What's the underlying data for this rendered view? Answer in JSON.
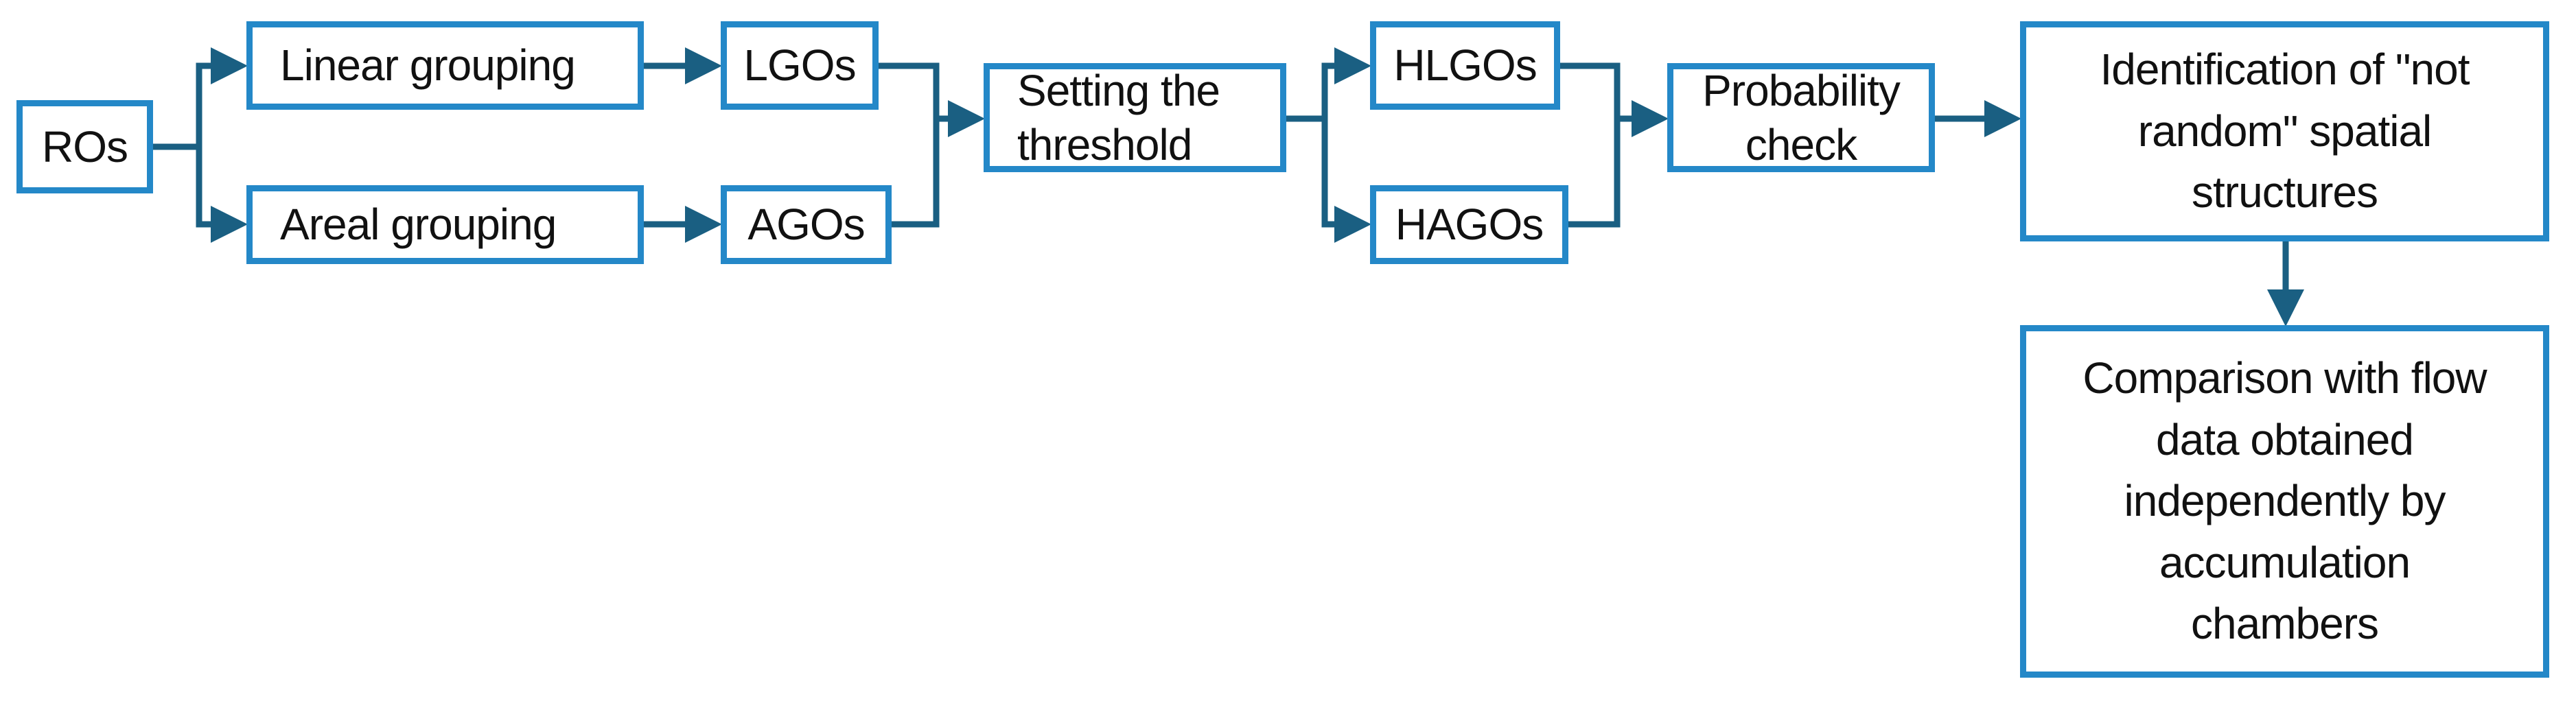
{
  "diagram": {
    "colors": {
      "box_border": "#2488C8",
      "connector": "#1A5F82",
      "text": "#111111",
      "background": "#FFFFFF"
    },
    "nodes": {
      "ros": "ROs",
      "linear_grouping": "Linear grouping",
      "areal_grouping": "Areal grouping",
      "lgos": "LGOs",
      "agos": "AGOs",
      "setting_threshold": "Setting the\nthreshold",
      "hlgos": "HLGOs",
      "hagos": "HAGOs",
      "probability_check": "Probability\ncheck",
      "identification": "Identification of \"not\nrandom\" spatial\nstructures",
      "comparison": "Comparison with flow\ndata obtained\nindependently by\naccumulation\nchambers"
    },
    "edges": [
      [
        "ROs",
        "Linear grouping"
      ],
      [
        "ROs",
        "Areal grouping"
      ],
      [
        "Linear grouping",
        "LGOs"
      ],
      [
        "Areal grouping",
        "AGOs"
      ],
      [
        "LGOs",
        "Setting the threshold"
      ],
      [
        "AGOs",
        "Setting the threshold"
      ],
      [
        "Setting the threshold",
        "HLGOs"
      ],
      [
        "Setting the threshold",
        "HAGOs"
      ],
      [
        "HLGOs",
        "Probability check"
      ],
      [
        "HAGOs",
        "Probability check"
      ],
      [
        "Probability check",
        "Identification of \"not random\" spatial structures"
      ],
      [
        "Identification of \"not random\" spatial structures",
        "Comparison with flow data obtained independently by accumulation chambers"
      ]
    ]
  }
}
